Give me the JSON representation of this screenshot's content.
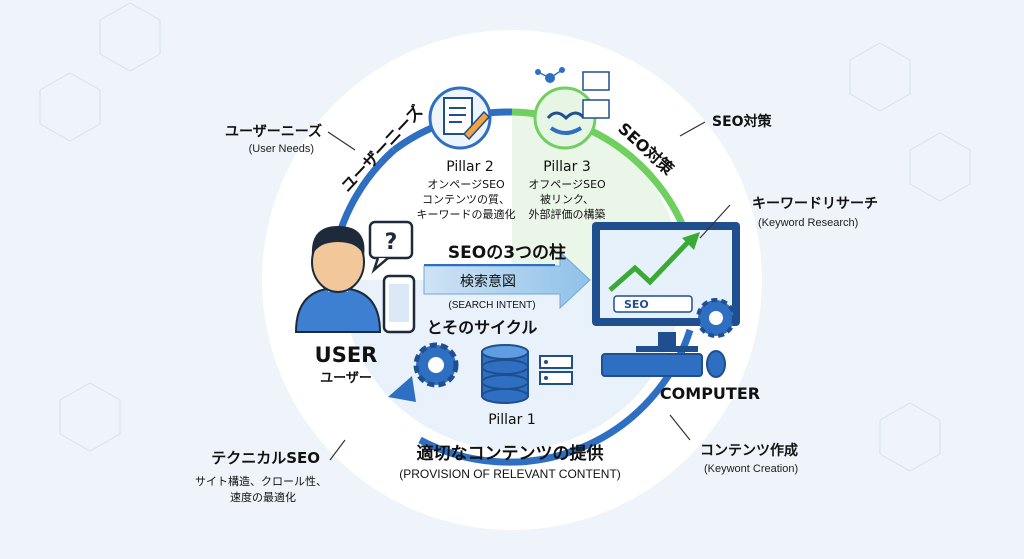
{
  "diagram": {
    "center_title": "SEOの3つの柱",
    "center_subtitle": "とそのサイクル",
    "arrow_label": "検索意図",
    "arrow_sublabel": "(SEARCH INTENT)",
    "ring_top_left": "ユーザーニーズ",
    "ring_top_right": "SEO対策",
    "ring_bottom": "適切なコンテンツの提供",
    "ring_bottom_sub": "(PROVISION OF RELEVANT CONTENT)"
  },
  "user": {
    "label": "USER",
    "label_ja": "ユーザー"
  },
  "computer": {
    "label": "COMPUTER",
    "search_text": "SEO"
  },
  "pillars": {
    "p1": {
      "title": "Pillar 1"
    },
    "p2": {
      "title": "Pillar 2",
      "line1": "オンページSEO",
      "line2": "コンテンツの質、",
      "line3": "キーワードの最適化"
    },
    "p3": {
      "title": "Pillar 3",
      "line1": "オフページSEO",
      "line2": "被リンク、",
      "line3": "外部評価の構築"
    }
  },
  "callouts": {
    "user_needs": {
      "title": "ユーザーニーズ",
      "sub": "(User Needs)"
    },
    "seo_measures": {
      "title": "SEO対策"
    },
    "keyword_research": {
      "title": "キーワードリサーチ",
      "sub": "(Keyword Research)"
    },
    "content_creation": {
      "title": "コンテンツ作成",
      "sub": "(Keywont Creation)"
    },
    "technical_seo": {
      "title": "テクニカルSEO",
      "line1": "サイト構造、クロール性、",
      "line2": "速度の最適化"
    }
  },
  "colors": {
    "blue": "#2f6fc2",
    "dark_blue": "#1f4f8f",
    "green": "#6fcf5f",
    "light_green": "#e6f5e4",
    "light_blue": "#dbe9f7",
    "skin": "#f2c79a",
    "hair": "#1c2a3a",
    "shirt": "#3d7fd0"
  }
}
